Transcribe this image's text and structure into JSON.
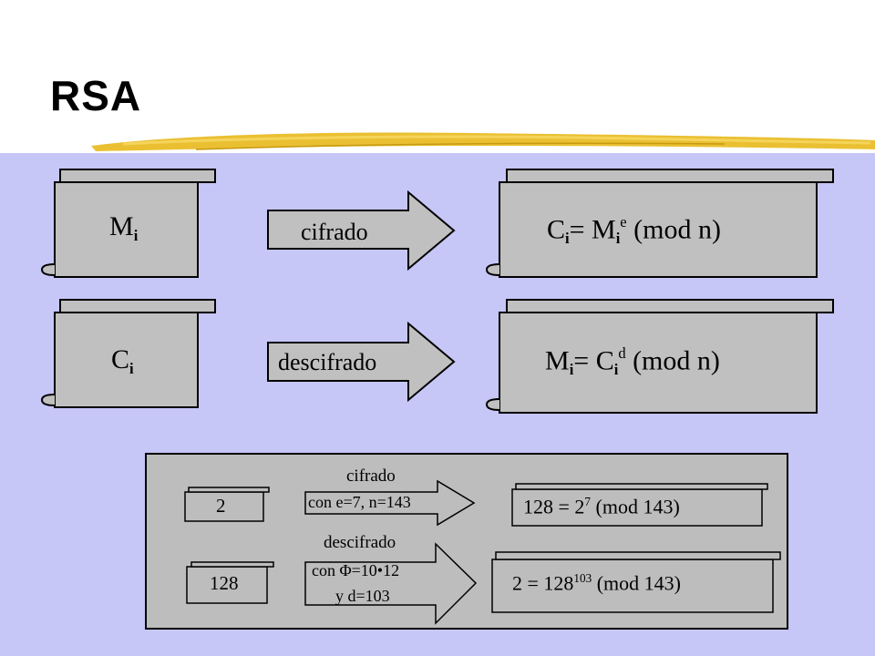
{
  "slide": {
    "title": "RSA"
  },
  "top_diagram": {
    "row1": {
      "input_base": "M",
      "input_sub": "i",
      "arrow_label": "cifrado",
      "output_lhs_base": "C",
      "output_lhs_sub": "i",
      "output_eq": "= M",
      "output_rhs_sub": "i",
      "output_rhs_sup": "e",
      "output_mod": "(mod n)"
    },
    "row2": {
      "input_base": "C",
      "input_sub": "i",
      "arrow_label": "descifrado",
      "output_lhs_base": "M",
      "output_lhs_sub": "i",
      "output_eq": "= C",
      "output_rhs_sub": "i",
      "output_rhs_sup": "d",
      "output_mod": "(mod n)"
    }
  },
  "example": {
    "row1": {
      "input": "2",
      "arrow_title": "cifrado",
      "arrow_params": "con e=7, n=143",
      "result_lhs": "128 = 2",
      "result_sup": "7",
      "result_mod": "(mod 143)"
    },
    "row2": {
      "input": "128",
      "arrow_title": "descifrado",
      "arrow_params_1": "con Φ=10•12",
      "arrow_params_2": "y d=103",
      "result_lhs": "2 = 128",
      "result_sup": "103",
      "result_mod": "(mod 143)"
    }
  },
  "colors": {
    "background": "#ffffff",
    "panel": "#c6c6f7",
    "box_fill": "#c0c0c0",
    "example_fill": "#bdbdbd",
    "stroke": "#e8b91c"
  }
}
